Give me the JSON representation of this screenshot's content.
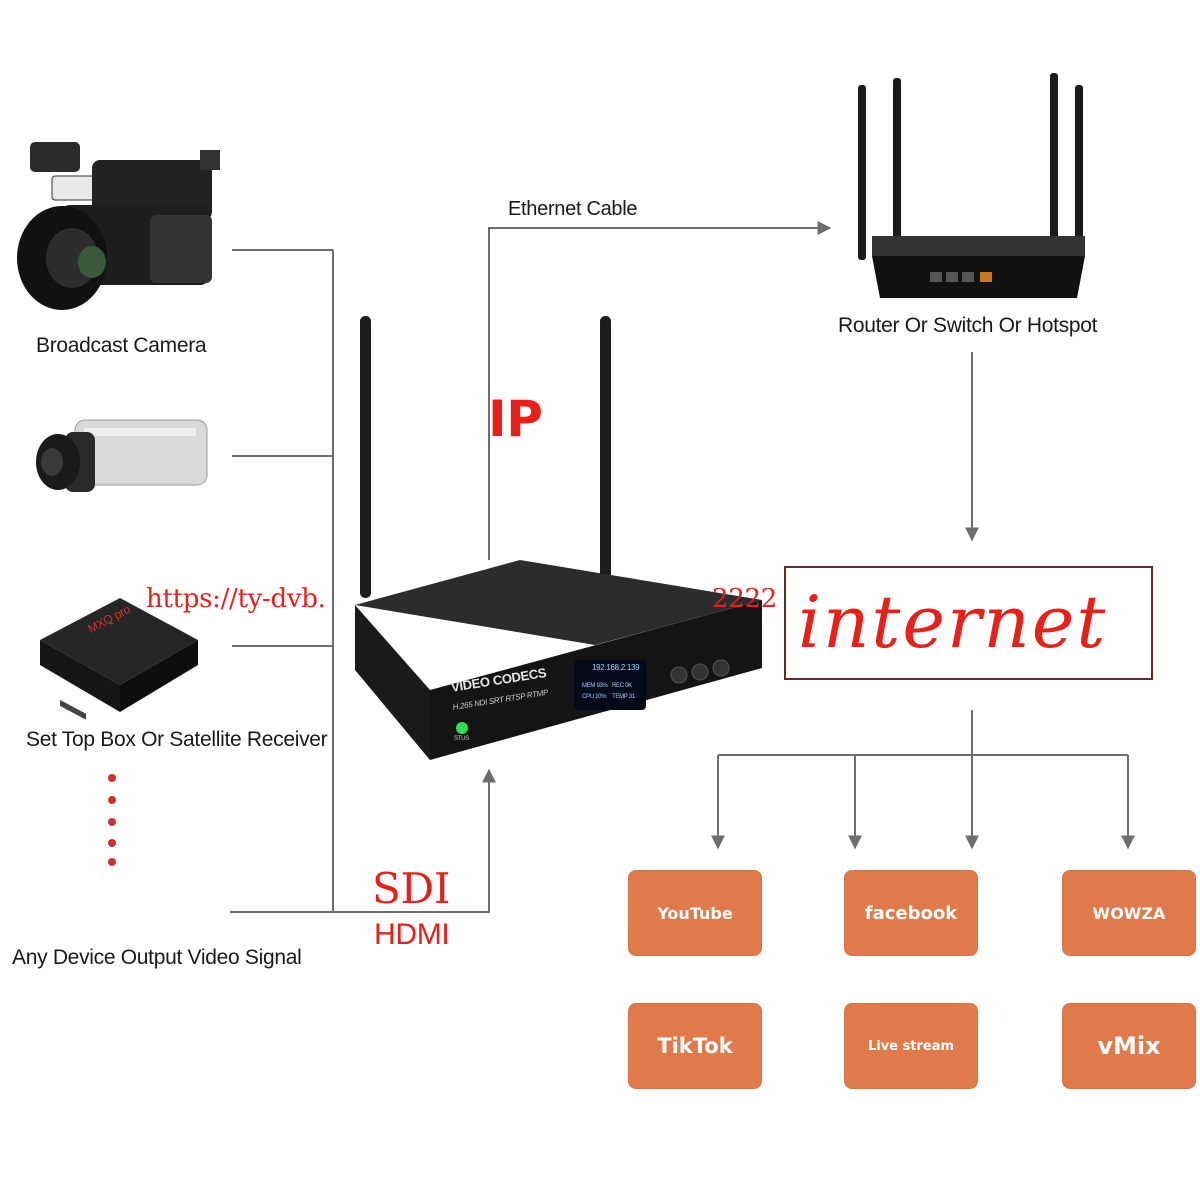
{
  "sources": {
    "camera_label": "Broadcast Camera",
    "stb_label": "Set Top Box Or Satellite Receiver",
    "any_device_label": "Any Device Output Video Signal"
  },
  "links": {
    "ethernet_label": "Ethernet Cable",
    "ip_label": "IP",
    "sdi_label": "SDI",
    "hdmi_label": "HDMI"
  },
  "router": {
    "label": "Router Or Switch Or Hotspot"
  },
  "internet": {
    "label": "internet"
  },
  "encoder": {
    "brand": "VIDEO CODECS",
    "protocols": "H.265 NDI SRT RTSP RTMP",
    "ip": "192.168.2.139",
    "mem": "MEM 93%",
    "cpu": "CPU 10%",
    "rec": "REC 0K",
    "temp": "TEMP 31",
    "status_label": "STUS"
  },
  "watermark": "https://ty-dvb.",
  "watermark_end": "2222",
  "stb": {
    "brand": "MXQ pro"
  },
  "platforms": [
    "YouTube",
    "facebook",
    "WOWZA",
    "TikTok",
    "Live stream",
    "vMix"
  ],
  "colors": {
    "accent_red": "#e8201a",
    "button_orange": "#e07a4a",
    "line_gray": "#6e6e6e"
  }
}
